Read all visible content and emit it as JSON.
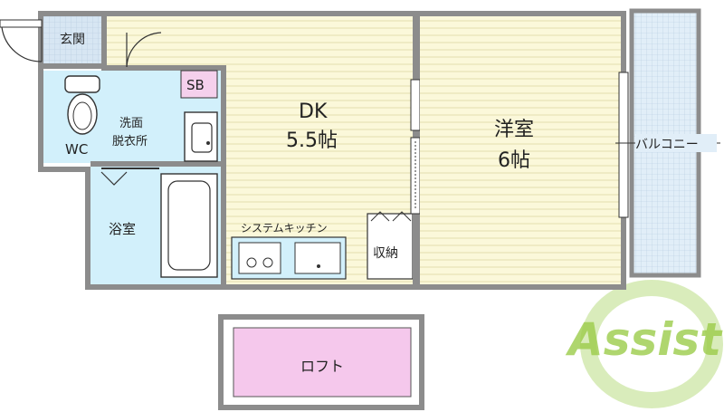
{
  "rooms": {
    "genkan": "玄関",
    "sb": "SB",
    "wc": "WC",
    "washroom_line1": "洗面",
    "washroom_line2": "脱衣所",
    "bath": "浴室",
    "dk_name": "DK",
    "dk_size": "5.5帖",
    "western_name": "洋室",
    "western_size": "6帖",
    "kitchen": "システムキッチン",
    "storage": "収納",
    "balcony": "バルコニー",
    "loft": "ロフト"
  },
  "logo": {
    "text": "Assist"
  },
  "colors": {
    "wall": "#8c8c8c",
    "floor_wood": "#fbf8da",
    "floor_wood_line": "#e3deae",
    "wet_area": "#d2f0fb",
    "genkan": "#d7e6f3",
    "balcony": "#e1eef8",
    "sb": "#f5d0ec",
    "loft": "#f5c8ec",
    "logo_green": "#9ccc4a"
  }
}
